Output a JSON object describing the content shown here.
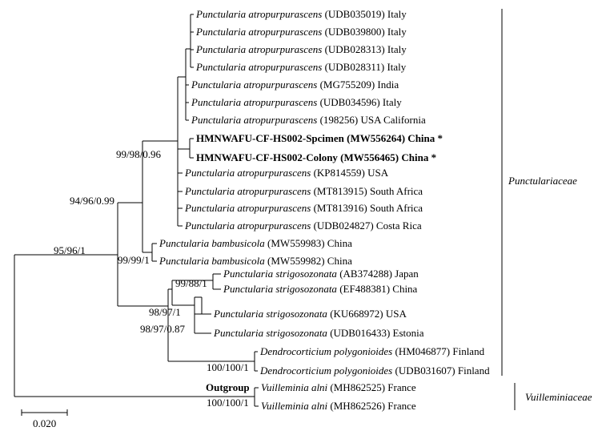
{
  "tree": {
    "leaves": [
      {
        "species": "Punctularia atropurpurascens",
        "rest": "(UDB035019) Italy",
        "bold": false
      },
      {
        "species": "Punctularia atropurpurascens",
        "rest": "(UDB039800) Italy",
        "bold": false
      },
      {
        "species": "Punctularia atropurpurascens",
        "rest": "(UDB028313) Italy",
        "bold": false
      },
      {
        "species": "Punctularia atropurpurascens",
        "rest": "(UDB028311) Italy",
        "bold": false
      },
      {
        "species": "Punctularia atropurpurascens",
        "rest": "(MG755209) India",
        "bold": false
      },
      {
        "species": "Punctularia atropurpurascens",
        "rest": "(UDB034596) Italy",
        "bold": false
      },
      {
        "species": "Punctularia atropurpurascens",
        "rest": "(198256) USA California",
        "bold": false
      },
      {
        "species": "",
        "rest": "HMNWAFU-CF-HS002-Spcimen (MW556264) China *",
        "bold": true
      },
      {
        "species": "",
        "rest": "HMNWAFU-CF-HS002-Colony (MW556465) China *",
        "bold": true
      },
      {
        "species": "Punctularia atropurpurascens",
        "rest": "(KP814559) USA",
        "bold": false
      },
      {
        "species": "Punctularia atropurpurascens",
        "rest": "(MT813915) South Africa",
        "bold": false
      },
      {
        "species": "Punctularia atropurpurascens",
        "rest": "(MT813916) South Africa",
        "bold": false
      },
      {
        "species": "Punctularia atropurpurascens",
        "rest": "(UDB024827) Costa Rica",
        "bold": false
      },
      {
        "species": "Punctularia bambusicola",
        "rest": "(MW559983) China",
        "bold": false
      },
      {
        "species": "Punctularia bambusicola",
        "rest": "(MW559982) China",
        "bold": false
      },
      {
        "species": "Punctularia strigosozonata",
        "rest": "(AB374288) Japan",
        "bold": false
      },
      {
        "species": "Punctularia strigosozonata",
        "rest": "(EF488381) China",
        "bold": false
      },
      {
        "species": "Punctularia strigosozonata",
        "rest": "(KU668972) USA",
        "bold": false
      },
      {
        "species": "Punctularia strigosozonata",
        "rest": "(UDB016433) Estonia",
        "bold": false
      },
      {
        "species": "Dendrocorticium polygonioides",
        "rest": "(HM046877) Finland",
        "bold": false
      },
      {
        "species": "Dendrocorticium polygonioides",
        "rest": "(UDB031607) Finland",
        "bold": false
      },
      {
        "species": "Vuilleminia alni",
        "rest": "(MH862525) France",
        "bold": false
      },
      {
        "species": "Vuilleminia alni",
        "rest": "(MH862526) France",
        "bold": false
      }
    ],
    "supports": {
      "atro_clade": "99/98/0.96",
      "atro_bamb": "94/96/0.99",
      "punctularia": "95/96/1",
      "bambusicola": "99/99/1",
      "strig_pair": "99/88/1",
      "strig_inner": "98/97/1",
      "strig_clade": "98/97/0.87",
      "dendro": "100/100/1",
      "vuilleminia": "100/100/1"
    },
    "outgroup_label": "Outgroup"
  },
  "families": [
    {
      "name": "Punctulariaceae"
    },
    {
      "name": "Vuilleminiaceae"
    }
  ],
  "scale_bar": {
    "label": "0.020"
  }
}
